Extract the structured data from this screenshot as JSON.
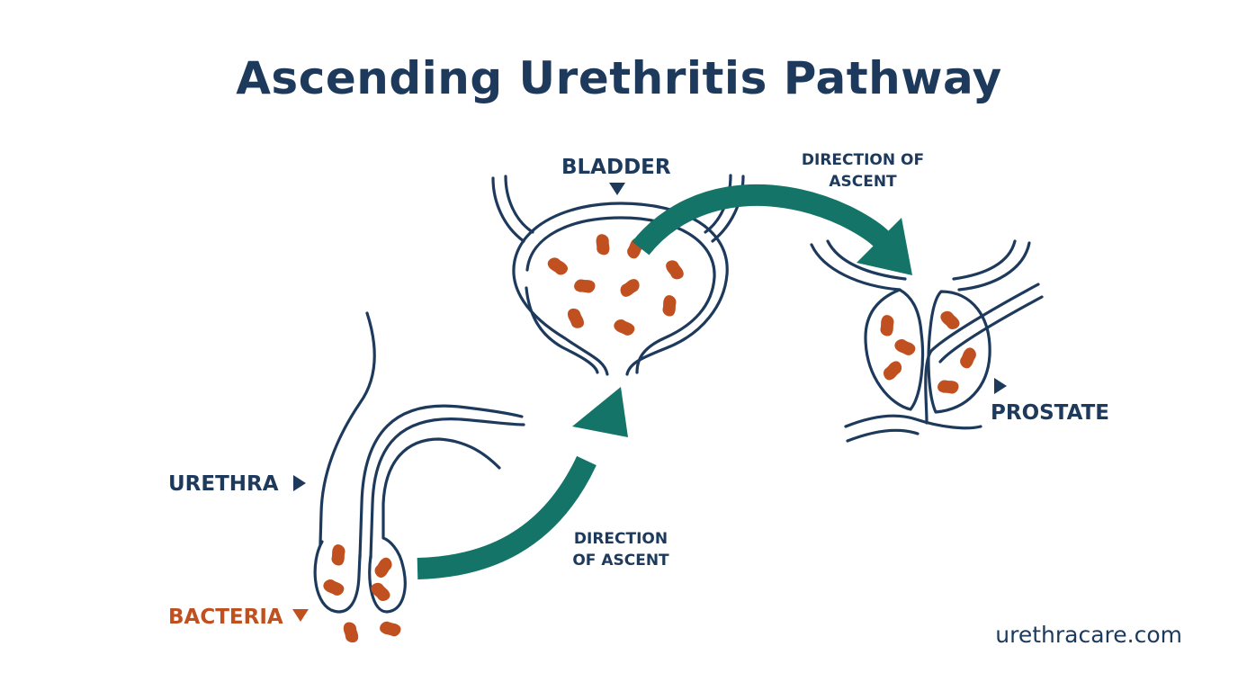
{
  "title": "Ascending Urethritis Pathway",
  "labels": {
    "bladder": "BLADDER",
    "urethra": "URETHRA",
    "bacteria": "BACTERIA",
    "prostate": "PROSTATE",
    "ascent_upper_line1": "DIRECTION OF",
    "ascent_upper_line2": "ASCENT",
    "ascent_lower_line1": "DIRECTION",
    "ascent_lower_line2": "OF ASCENT"
  },
  "footer": "urethracare.com",
  "colors": {
    "outline": "#1d3a5c",
    "arrow": "#137467",
    "bacteria": "#c0501f"
  },
  "icons": {
    "pointer": "triangle-pointer-icon",
    "bacterium": "bacterium-icon"
  }
}
